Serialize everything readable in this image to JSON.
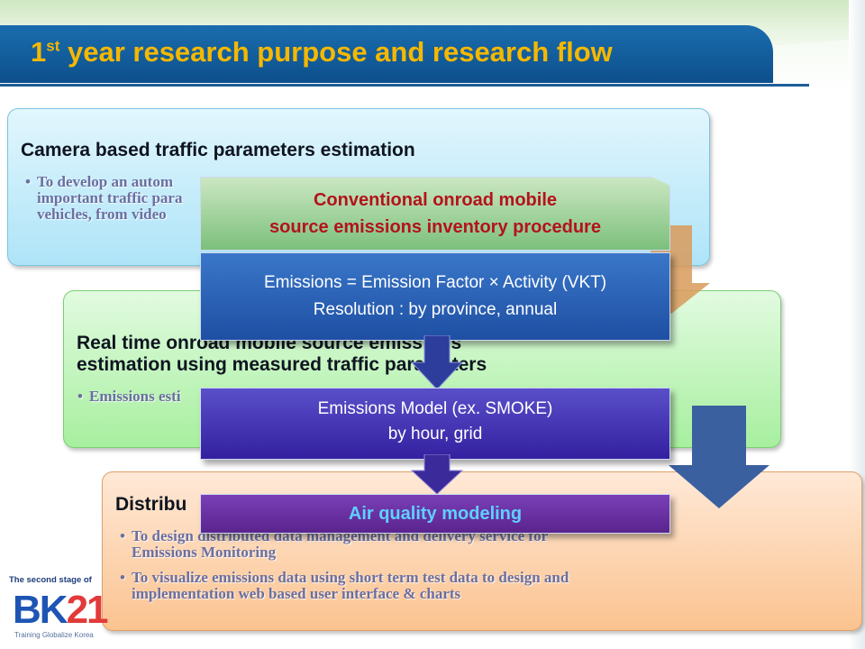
{
  "title": {
    "main": "1",
    "sup": "st",
    "rest": " year research purpose and research flow"
  },
  "box1": {
    "heading": "Camera based traffic parameters estimation",
    "bullet_line1": "To develop an autom",
    "bullet_line2": "important traffic para",
    "bullet_line3": "vehicles,  from video"
  },
  "box2": {
    "heading_line1": "Real time onroad mobile source emissions",
    "heading_line2": "estimation using measured traffic parameters",
    "bullet": "Emissions esti"
  },
  "box3": {
    "heading": "Distribu",
    "bullet1_line1": "To design distributed data management and delivery service for",
    "bullet1_line2": "Emissions Monitoring",
    "bullet2_line1": "To visualize emissions data using short term test data to design and",
    "bullet2_line2": "implementation web based user interface & charts"
  },
  "flow": {
    "conventional_line1": "Conventional onroad mobile",
    "conventional_line2": "source emissions inventory procedure",
    "emissions_line1": "Emissions =  Emission Factor × Activity (VKT)",
    "emissions_line2": "Resolution : by province, annual",
    "model_line1": "Emissions Model (ex. SMOKE)",
    "model_line2": "by hour, grid",
    "air_quality": "Air quality modeling"
  },
  "logo": {
    "tagline": "The second stage of",
    "mark_a": "BK",
    "mark_b": "21",
    "sub": "Training Globalize Korea"
  },
  "colors": {
    "title": "#f5b800",
    "title_bar": "#0d4f8c",
    "conventional_text": "#b4121c",
    "air_quality_text": "#5fd0ff",
    "arrow": "#3b60a0"
  }
}
